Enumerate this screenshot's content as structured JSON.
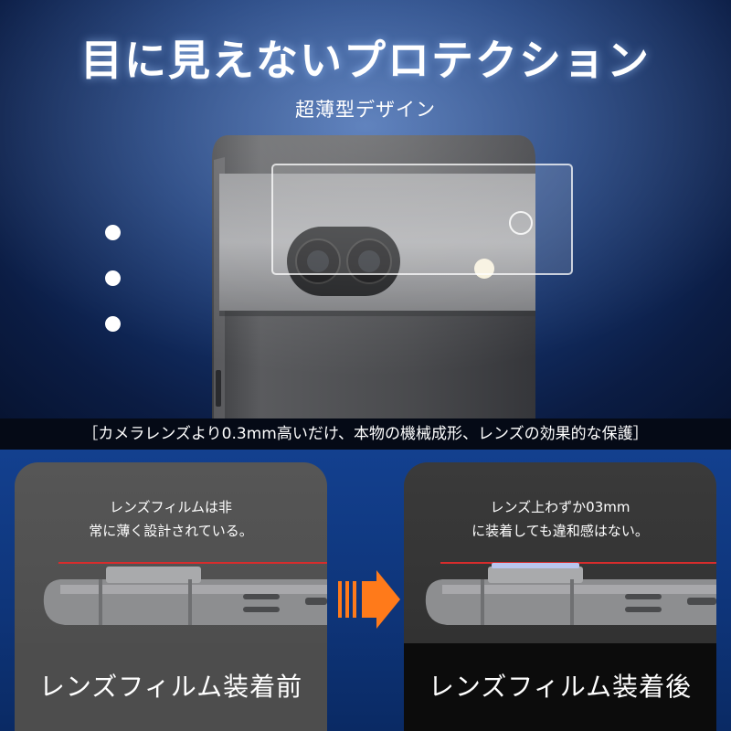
{
  "hero": {
    "title": "目に見えないプロテクション",
    "subtitle": "超薄型デザイン",
    "pagination_dots": 3
  },
  "caption": "［カメラレンズより0.3mm高いだけ、本物の機械成形、レンズの効果的な保護］",
  "panels": {
    "before": {
      "text_line1": "レンズフィルムは非",
      "text_line2": "常に薄く設計されている。",
      "label": "レンズフィルム装着前"
    },
    "after": {
      "text_line1": "レンズ上わずか03mm",
      "text_line2": "に装着しても違和感はない。",
      "label": "レンズフィルム装着後"
    }
  },
  "colors": {
    "accent_red": "#d92c2c",
    "arrow_orange": "#ff7a1a",
    "film_blue": "#b9c6ee"
  },
  "icons": {
    "transition_arrow": "right-arrow-icon"
  }
}
